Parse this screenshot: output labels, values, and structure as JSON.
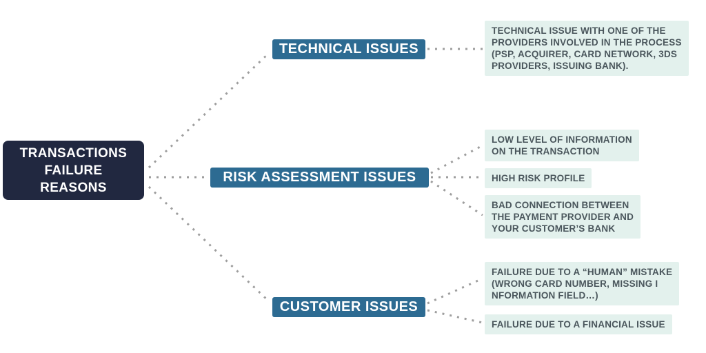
{
  "root": {
    "label": "TRANSACTIONS\nFAILURE\nREASONS"
  },
  "branches": [
    {
      "label": "TECHNICAL ISSUES",
      "details": [
        "TECHNICAL ISSUE WITH ONE OF THE\nPROVIDERS INVOLVED IN THE PROCESS\n(PSP, ACQUIRER, CARD NETWORK, 3DS\nPROVIDERS, ISSUING BANK)."
      ]
    },
    {
      "label": "RISK ASSESSMENT ISSUES",
      "details": [
        "LOW LEVEL OF INFORMATION\nON THE TRANSACTION",
        "HIGH RISK PROFILE",
        "BAD CONNECTION BETWEEN\nTHE PAYMENT PROVIDER AND\nYOUR CUSTOMER’S BANK"
      ]
    },
    {
      "label": "CUSTOMER ISSUES",
      "details": [
        "FAILURE DUE TO A “HUMAN” MISTAKE\n(WRONG CARD NUMBER, MISSING I\nNFORMATION FIELD…)",
        "FAILURE DUE TO A FINANCIAL ISSUE"
      ]
    }
  ],
  "colors": {
    "root_bg": "#212840",
    "branch_bg": "#2d6b92",
    "detail_bg": "#e3f1ed",
    "detail_text": "#4a565c",
    "connector": "#9e9e9e"
  }
}
